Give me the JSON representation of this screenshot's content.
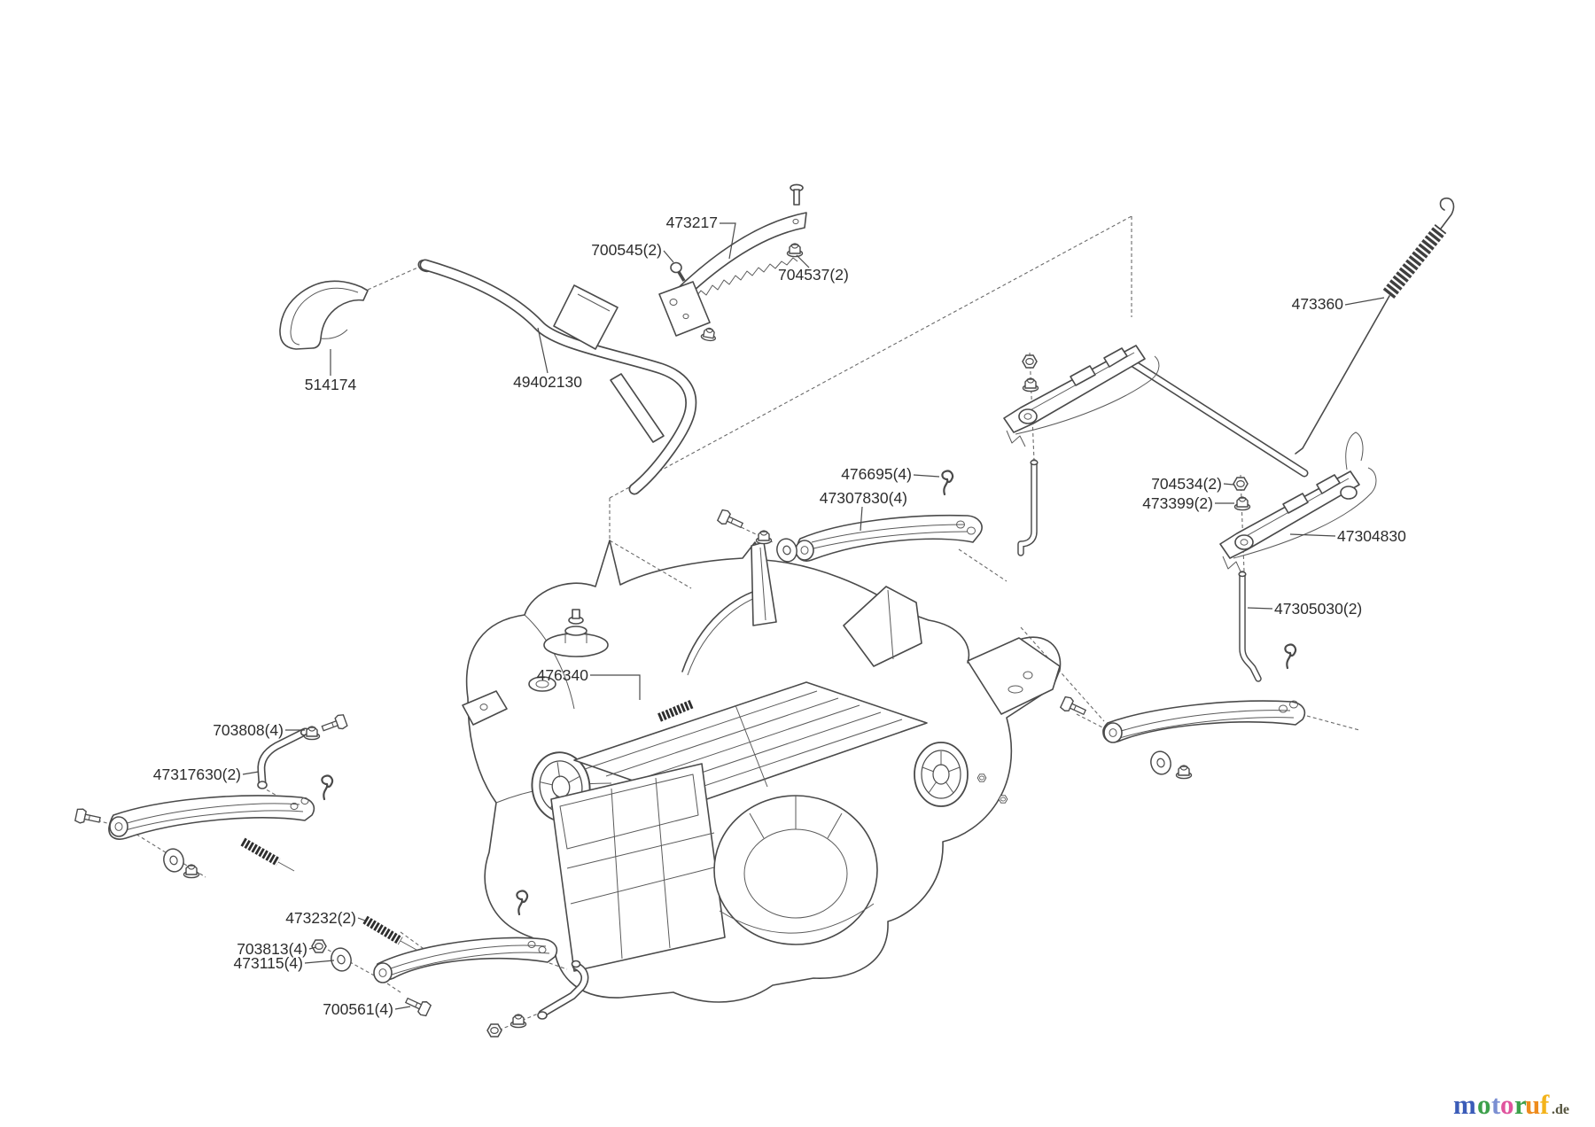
{
  "style": {
    "background": "#ffffff",
    "line_color": "#4a4a4a",
    "label_color": "#2d2d2d"
  },
  "labels": [
    {
      "id": "473217",
      "text": "473217"
    },
    {
      "id": "700545",
      "text": "700545(2)"
    },
    {
      "id": "704537",
      "text": "704537(2)"
    },
    {
      "id": "473360",
      "text": "473360"
    },
    {
      "id": "514174",
      "text": "514174"
    },
    {
      "id": "49402130",
      "text": "49402130"
    },
    {
      "id": "476695",
      "text": "476695(4)"
    },
    {
      "id": "47307830",
      "text": "47307830(4)"
    },
    {
      "id": "704534",
      "text": "704534(2)"
    },
    {
      "id": "473399",
      "text": "473399(2)"
    },
    {
      "id": "47304830",
      "text": "47304830"
    },
    {
      "id": "47305030",
      "text": "47305030(2)"
    },
    {
      "id": "476340",
      "text": "476340"
    },
    {
      "id": "703808",
      "text": "703808(4)"
    },
    {
      "id": "47317630",
      "text": "47317630(2)"
    },
    {
      "id": "473232",
      "text": "473232(2)"
    },
    {
      "id": "703813",
      "text": "703813(4)"
    },
    {
      "id": "473115",
      "text": "473115(4)"
    },
    {
      "id": "700561",
      "text": "700561(4)"
    }
  ],
  "logo": {
    "letters": [
      {
        "char": "m",
        "color": "#3b5cb8"
      },
      {
        "char": "o",
        "color": "#3da04b"
      },
      {
        "char": "t",
        "color": "#7b8fd2"
      },
      {
        "char": "o",
        "color": "#e0549e"
      },
      {
        "char": "r",
        "color": "#3da04b"
      },
      {
        "char": "u",
        "color": "#ee8c1e"
      },
      {
        "char": "f",
        "color": "#f3b31b"
      }
    ],
    "suffix": ".de",
    "suffix_color": "#55543e"
  }
}
